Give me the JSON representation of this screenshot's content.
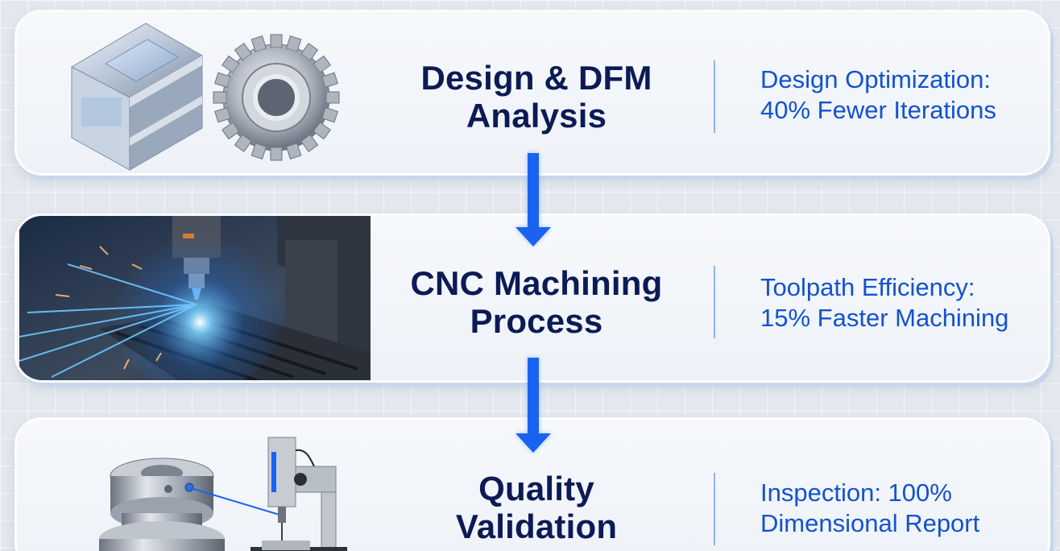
{
  "diagram": {
    "type": "process-flow",
    "direction": "top-to-bottom",
    "accent_color": "#1a63f0",
    "title_color": "#0c1a55",
    "metric_color": "#1352d0",
    "separator_color": "#8fb4ec"
  },
  "steps": [
    {
      "title_line1": "Design & DFM",
      "title_line2": "Analysis",
      "metric_line1": "Design Optimization:",
      "metric_line2": "40% Fewer Iterations",
      "illustration": "machined-block-and-gear-icon"
    },
    {
      "title_line1": "CNC Machining",
      "title_line2": "Process",
      "metric_line1": "Toolpath Efficiency:",
      "metric_line2": "15% Faster Machining",
      "illustration": "cnc-spindle-sparks-icon"
    },
    {
      "title_line1": "Quality",
      "title_line2": "Validation",
      "metric_line1": "Inspection: 100%",
      "metric_line2": "Dimensional Report",
      "illustration": "cmm-probe-inspection-icon"
    }
  ],
  "connectors": [
    {
      "from": 0,
      "to": 1,
      "icon": "arrow-down-icon"
    },
    {
      "from": 1,
      "to": 2,
      "icon": "arrow-down-icon"
    }
  ]
}
